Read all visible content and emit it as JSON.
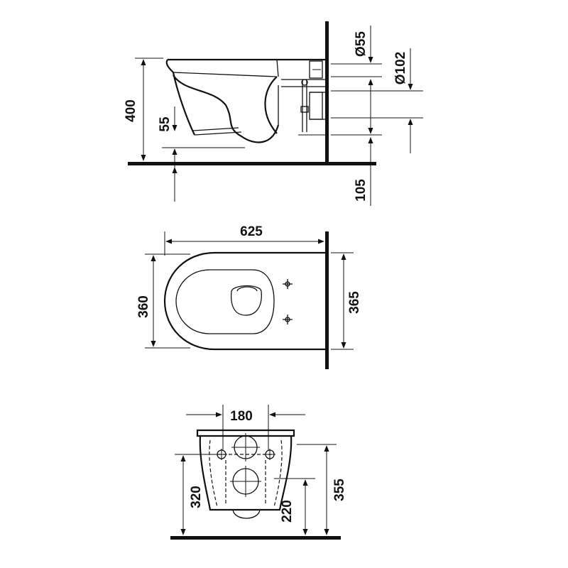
{
  "dimensions": {
    "side_height": "400",
    "side_rim_offset": "55",
    "side_pipe_outer": "Ø55",
    "side_pipe_inner": "Ø102",
    "side_floor_gap": "105",
    "top_length": "625",
    "top_width_left": "360",
    "top_width_right": "365",
    "front_fix_spacing": "180",
    "front_height_left": "320",
    "front_height_mid": "220",
    "front_height_right": "355"
  }
}
